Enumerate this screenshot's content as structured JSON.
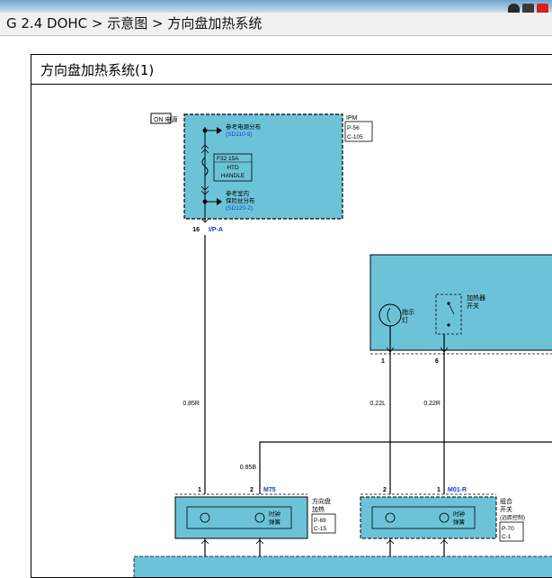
{
  "breadcrumb": "G 2.4 DOHC > 示意图 > 方向盘加热系统",
  "colors": {
    "header_gradient_top": "#6fa3cf",
    "component_fill": "#6cc3d8",
    "link_blue": "#1a3ad8"
  },
  "diagram": {
    "title": "方向盘加热系统(1)",
    "ipm": {
      "power_label": "ON 电源",
      "ref_power": "参考电源分布",
      "ref_power_code": "(SD110-9)",
      "fuse_label": "F32 15A",
      "fuse_name_1": "HTD",
      "fuse_name_2": "HANDLE",
      "ref_fuse_1": "参考室内",
      "ref_fuse_2": "保险丝分布",
      "ref_fuse_code": "(SD120-2)",
      "name": "IPM",
      "loc_1": "P-56",
      "loc_2": "C-105",
      "pin": "16",
      "connector": "I/P-A"
    },
    "switch_module": {
      "indicator_1": "指示",
      "indicator_2": "灯",
      "heater_sw_1": "加热器",
      "heater_sw_2": "开关",
      "pin_left": "1",
      "pin_right": "6"
    },
    "wires": {
      "w1": "0.85R",
      "w2": "0.22L",
      "w3": "0.22R",
      "w4": "0.85B"
    },
    "steering_heater": {
      "pin_1": "1",
      "pin_2": "2",
      "connector": "M75",
      "clock_spring_1": "时钟",
      "clock_spring_2": "弹簧",
      "name_1": "方向盘",
      "name_2": "加热",
      "loc_1": "P-69",
      "loc_2": "C-15"
    },
    "combo_switch": {
      "pin_1": "2",
      "pin_2": "1",
      "connector": "M01-R",
      "clock_spring_1": "时钟",
      "clock_spring_2": "弹簧",
      "name_1": "组合",
      "name_2": "开关",
      "name_3": "(远距控制)",
      "loc_1": "P-70",
      "loc_2": "C-1"
    }
  }
}
